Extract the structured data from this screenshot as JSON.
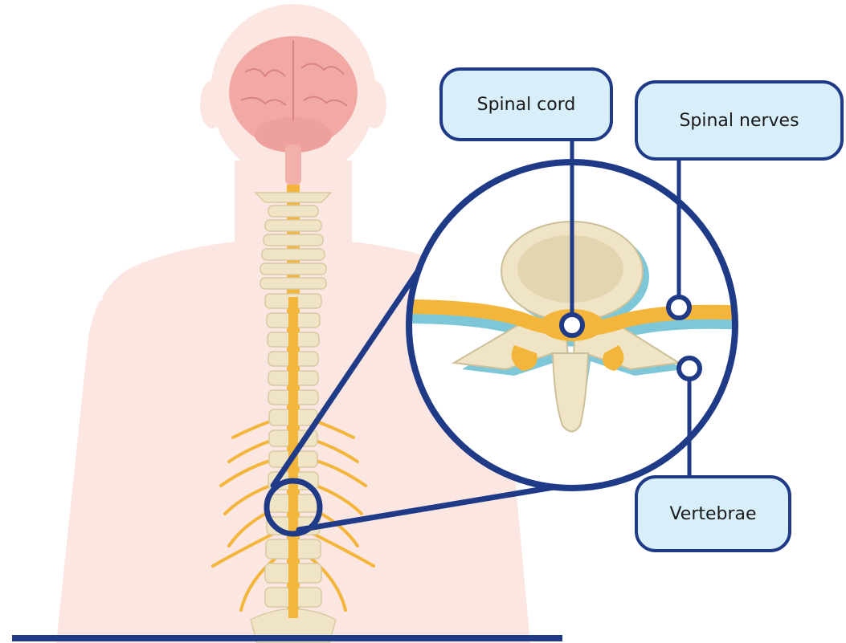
{
  "labels": {
    "spinal_cord": "Spinal cord",
    "spinal_nerves": "Spinal nerves",
    "vertebrae": "Vertebrae"
  },
  "colors": {
    "body_silhouette": "#fce6e2",
    "brain": "#f2a9a4",
    "bone": "#efe4c6",
    "nerve": "#f3b53a",
    "outline": "#1f3a86",
    "label_fill": "#d8eef9",
    "shadow": "#7dc7d8"
  }
}
